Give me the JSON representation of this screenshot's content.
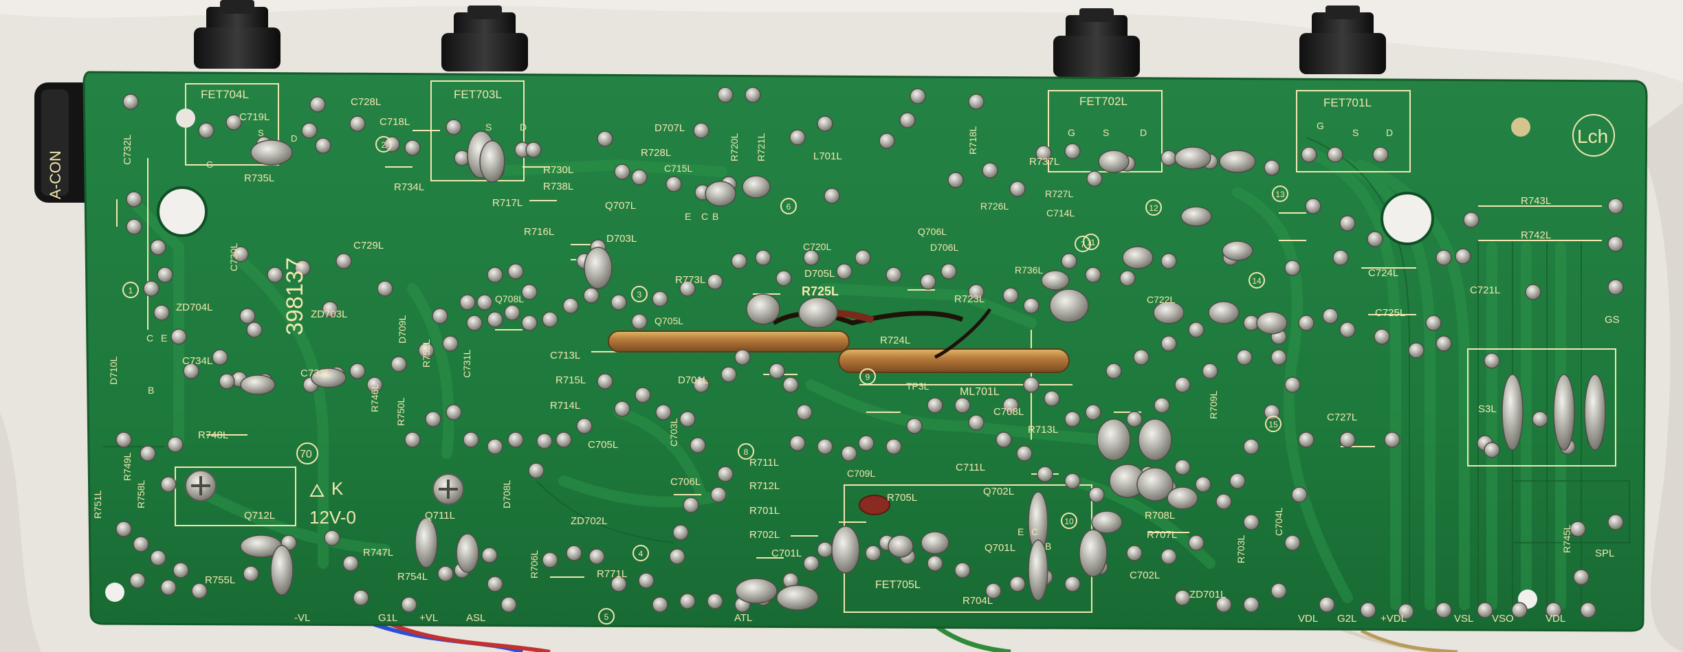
{
  "board": {
    "side_marker": "Lch",
    "part_number": "398137",
    "revision_circle": "70",
    "supply_marking": "12V-0",
    "k_marking": "K",
    "jack_label": "A-CON"
  },
  "labels": {
    "fet704l": "FET704L",
    "fet703l": "FET703L",
    "fet702l": "FET702L",
    "fet701l": "FET701L",
    "fet705l": "FET705L",
    "c728l": "C728L",
    "c719l": "C719L",
    "c718l": "C718L",
    "c732l": "C732L",
    "r735l": "R735L",
    "r734l": "R734L",
    "r730l": "R730L",
    "r738l": "R738L",
    "r728l": "R728L",
    "c715l": "C715L",
    "d707l": "D707L",
    "r720l": "R720L",
    "r721l": "R721L",
    "l701l": "L701L",
    "r718l": "R718L",
    "r737l": "R737L",
    "r743l": "R743L",
    "r742l": "R742L",
    "c721l": "C721L",
    "c724l": "C724L",
    "c725l": "C725L",
    "c729l": "C729L",
    "c730l": "C730L",
    "zd704l": "ZD704L",
    "zd703l": "ZD703L",
    "c734l": "C734L",
    "c733l": "C733L",
    "r717l": "R717L",
    "r716l": "R716L",
    "q707l": "Q707L",
    "d703l": "D703L",
    "r773l": "R773L",
    "r725l": "R725L",
    "c720l": "C720L",
    "d705l": "D705L",
    "d706l": "D706L",
    "q706l": "Q706L",
    "r726l": "R726L",
    "r727l": "R727L",
    "c714l": "C714L",
    "r736l": "R736L",
    "r723l": "R723L",
    "c722l": "C722L",
    "q708l": "Q708L",
    "q705l": "Q705L",
    "c713l": "C713L",
    "r715l": "R715L",
    "r714l": "R714L",
    "d701l": "D701L",
    "r724l": "R724L",
    "tp3l": "TP3L",
    "ml701l": "ML701L",
    "c708l": "C708L",
    "r713l": "R713L",
    "r748l": "R748L",
    "r749l": "R749L",
    "r751l": "R751L",
    "r758l": "R758L",
    "q712l": "Q712L",
    "q711l": "Q711L",
    "r755l": "R755L",
    "r747l": "R747L",
    "r754l": "R754L",
    "c705l": "C705L",
    "c703l": "C703L",
    "r711l": "R711L",
    "c709l": "C709L",
    "c711l": "C711L",
    "c706l": "C706L",
    "r712l": "R712L",
    "r701l": "R701L",
    "r702l": "R702L",
    "c701l": "C701L",
    "zd702l": "ZD702L",
    "r706l": "R706L",
    "r771l": "R771L",
    "d708l": "D708L",
    "r705l": "R705L",
    "q702l": "Q702L",
    "q701l": "Q701L",
    "r704l": "R704L",
    "r708l": "R708L",
    "r707l": "R707L",
    "c704l": "C704L",
    "r703l": "R703L",
    "c702l": "C702L",
    "zd701l": "ZD701L",
    "r709l": "R709L",
    "c727l": "C727L",
    "s3l": "S3L",
    "r745l": "R745L",
    "r746l": "R746L",
    "r750l": "R750L",
    "r752l": "R752L",
    "c731l": "C731L",
    "d709l": "D709L",
    "d710l": "D710L"
  },
  "connectors": {
    "vl": "-VL",
    "g1l": "G1L",
    "plus_vl": "+VL",
    "asl": "ASL",
    "atl": "ATL",
    "vdl_1": "VDL",
    "g2l": "G2L",
    "plus_vdl": "+VDL",
    "vsl": "VSL",
    "vso": "VSO",
    "vdl_2": "VDL",
    "spl": "SPL",
    "gs": "GS"
  },
  "pin_letters": {
    "g": "G",
    "s": "S",
    "d": "D",
    "e": "E",
    "c": "C",
    "b": "B"
  },
  "circled_numbers": [
    "1",
    "2",
    "3",
    "4",
    "5",
    "6",
    "7",
    "8",
    "9",
    "10",
    "11",
    "12",
    "13",
    "14",
    "15"
  ],
  "colors": {
    "pcb": "#1f7a3c",
    "pcb_dark": "#175f2e",
    "trace": "#2a8c46",
    "silkscreen": "#f3e7b0",
    "solder": "#b8b6ad",
    "background_cloth": "#e9e6e1",
    "knob": "#1c1c1c"
  }
}
